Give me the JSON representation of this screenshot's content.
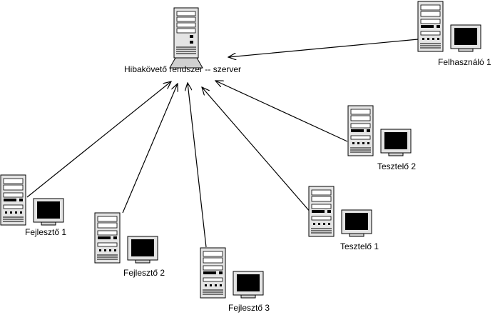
{
  "server": {
    "label": "Hibakövető rendszer -- szerver",
    "icon": "server-tower-icon"
  },
  "clients": [
    {
      "id": "felhasznalo-1",
      "label": "Felhasználó 1",
      "icon": "workstation-icon"
    },
    {
      "id": "tesztelo-2",
      "label": "Tesztelő 2",
      "icon": "workstation-icon"
    },
    {
      "id": "tesztelo-1",
      "label": "Tesztelő 1",
      "icon": "workstation-icon"
    },
    {
      "id": "fejleszto-1",
      "label": "Fejlesztő 1",
      "icon": "workstation-icon"
    },
    {
      "id": "fejleszto-2",
      "label": "Fejlesztő 2",
      "icon": "workstation-icon"
    },
    {
      "id": "fejleszto-3",
      "label": "Fejlesztő 3",
      "icon": "workstation-icon"
    }
  ],
  "colors": {
    "stroke": "#000000",
    "case": "#e4e4e4",
    "screen": "#000000"
  }
}
